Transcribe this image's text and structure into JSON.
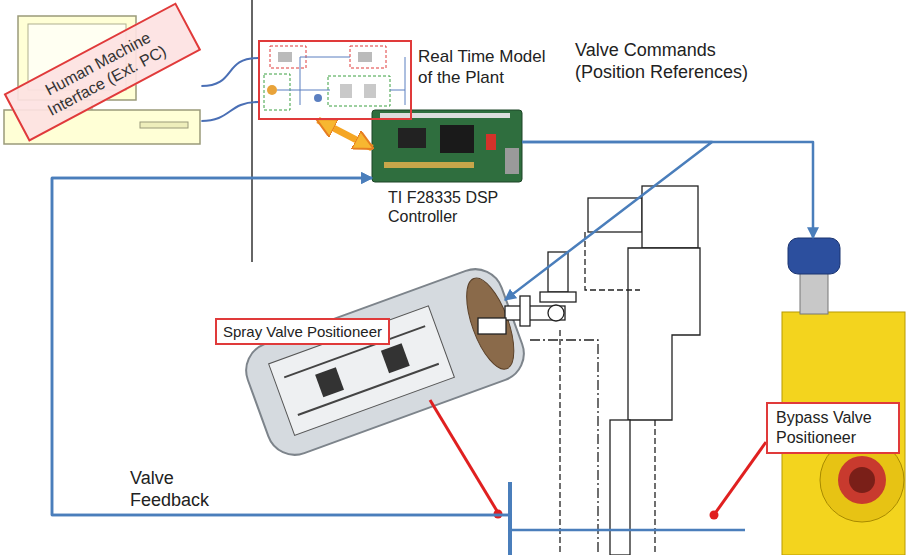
{
  "diagram": {
    "nodes": [
      {
        "text": [
          "Human Machine Interface (Ext. PC)"
        ]
      },
      {
        "text": [
          "Real Time Model of the Plant"
        ]
      },
      {
        "text": [
          "TI F28335 DSP Controller"
        ]
      },
      {
        "text": [
          "Spray Valve Positioneer"
        ]
      },
      {
        "text": [
          "Bypass Valve Positioneer"
        ]
      }
    ],
    "edges": [
      {
        "from": 0,
        "to": 1,
        "arrow": "none"
      },
      {
        "from": 0,
        "to": 1,
        "arrow": "none"
      },
      {
        "from": 1,
        "to": 2,
        "arrow": "both"
      },
      {
        "from": 2,
        "to": 3,
        "arrow": "to"
      },
      {
        "from": 2,
        "to": 4,
        "arrow": "to"
      },
      {
        "from": 3,
        "to": 2,
        "arrow": "to"
      },
      {
        "from": 4,
        "to": 2,
        "arrow": "to"
      }
    ],
    "labels": [
      "Valve Commands (Position References)",
      "Valve Feedback"
    ]
  }
}
